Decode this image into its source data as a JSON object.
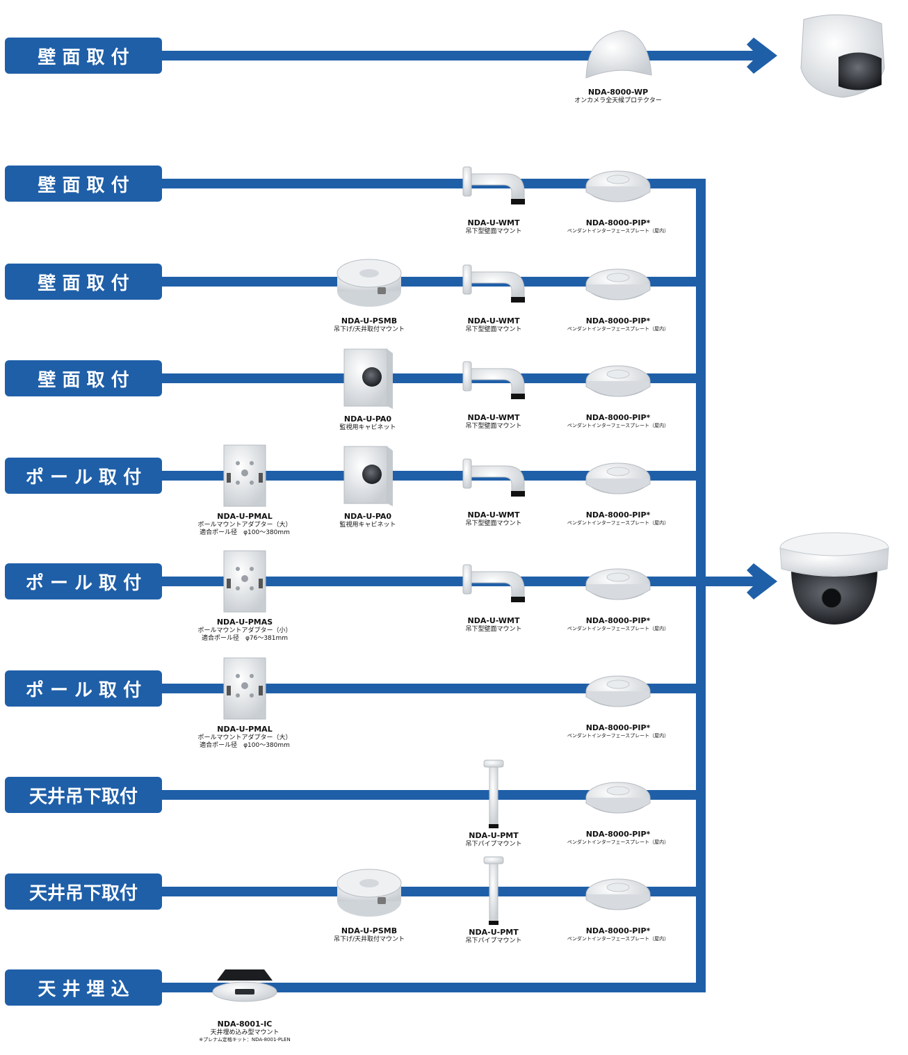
{
  "colors": {
    "line": "#1f5fa8",
    "label_bg": "#1f5fa8",
    "accent_text": "#ffffff"
  },
  "rows": [
    {
      "label": "壁 面 取 付",
      "items": [
        {
          "type": "wp",
          "model": "NDA-8000-WP",
          "desc": "オンカメラ全天候プロテクター"
        }
      ]
    },
    {
      "label": "壁 面 取 付",
      "items": [
        {
          "type": "wmt",
          "model": "NDA-U-WMT",
          "desc": "吊下型壁面マウント"
        },
        {
          "type": "pip",
          "model": "NDA-8000-PIP*",
          "desc": "ペンダントインターフェースプレート（屋内）"
        }
      ]
    },
    {
      "label": "壁 面 取 付",
      "items": [
        {
          "type": "psmb",
          "model": "NDA-U-PSMB",
          "desc": "吊下げ/天井取付マウント"
        },
        {
          "type": "wmt",
          "model": "NDA-U-WMT",
          "desc": "吊下型壁面マウント"
        },
        {
          "type": "pip",
          "model": "NDA-8000-PIP*",
          "desc": "ペンダントインターフェースプレート（屋内）"
        }
      ]
    },
    {
      "label": "壁 面 取 付",
      "items": [
        {
          "type": "pa0",
          "model": "NDA-U-PA0",
          "desc": "監視用キャビネット"
        },
        {
          "type": "wmt",
          "model": "NDA-U-WMT",
          "desc": "吊下型壁面マウント"
        },
        {
          "type": "pip",
          "model": "NDA-8000-PIP*",
          "desc": "ペンダントインターフェースプレート（屋内）"
        }
      ]
    },
    {
      "label": "ポ ー ル 取 付",
      "items": [
        {
          "type": "pmal",
          "model": "NDA-U-PMAL",
          "desc": "ポールマウントアダプター（大）",
          "note": "適合ポール径　φ100～380mm"
        },
        {
          "type": "pa0",
          "model": "NDA-U-PA0",
          "desc": "監視用キャビネット"
        },
        {
          "type": "wmt",
          "model": "NDA-U-WMT",
          "desc": "吊下型壁面マウント"
        },
        {
          "type": "pip",
          "model": "NDA-8000-PIP*",
          "desc": "ペンダントインターフェースプレート（屋内）"
        }
      ]
    },
    {
      "label": "ポ ー ル 取 付",
      "items": [
        {
          "type": "pmas",
          "model": "NDA-U-PMAS",
          "desc": "ポールマウントアダプター（小）",
          "note": "適合ポール径　φ76～381mm"
        },
        {
          "type": "wmt",
          "model": "NDA-U-WMT",
          "desc": "吊下型壁面マウント"
        },
        {
          "type": "pip",
          "model": "NDA-8000-PIP*",
          "desc": "ペンダントインターフェースプレート（屋内）"
        }
      ]
    },
    {
      "label": "ポ ー ル 取 付",
      "items": [
        {
          "type": "pmal",
          "model": "NDA-U-PMAL",
          "desc": "ポールマウントアダプター（大）",
          "note": "適合ポール径　φ100～380mm"
        },
        {
          "type": "pip",
          "model": "NDA-8000-PIP*",
          "desc": "ペンダントインターフェースプレート（屋内）"
        }
      ]
    },
    {
      "label": "天井吊下取付",
      "items": [
        {
          "type": "pmt",
          "model": "NDA-U-PMT",
          "desc": "吊下パイプマウント"
        },
        {
          "type": "pip",
          "model": "NDA-8000-PIP*",
          "desc": "ペンダントインターフェースプレート（屋内）"
        }
      ]
    },
    {
      "label": "天井吊下取付",
      "items": [
        {
          "type": "psmb",
          "model": "NDA-U-PSMB",
          "desc": "吊下げ/天井取付マウント"
        },
        {
          "type": "pmt",
          "model": "NDA-U-PMT",
          "desc": "吊下パイプマウント"
        },
        {
          "type": "pip",
          "model": "NDA-8000-PIP*",
          "desc": "ペンダントインターフェースプレート（屋内）"
        }
      ]
    },
    {
      "label": "天 井 埋 込",
      "items": [
        {
          "type": "ic",
          "model": "NDA-8001-IC",
          "desc": "天井埋め込み型マウント",
          "note": "※プレナム定格キット：NDA-8001-PLEN"
        }
      ]
    }
  ]
}
